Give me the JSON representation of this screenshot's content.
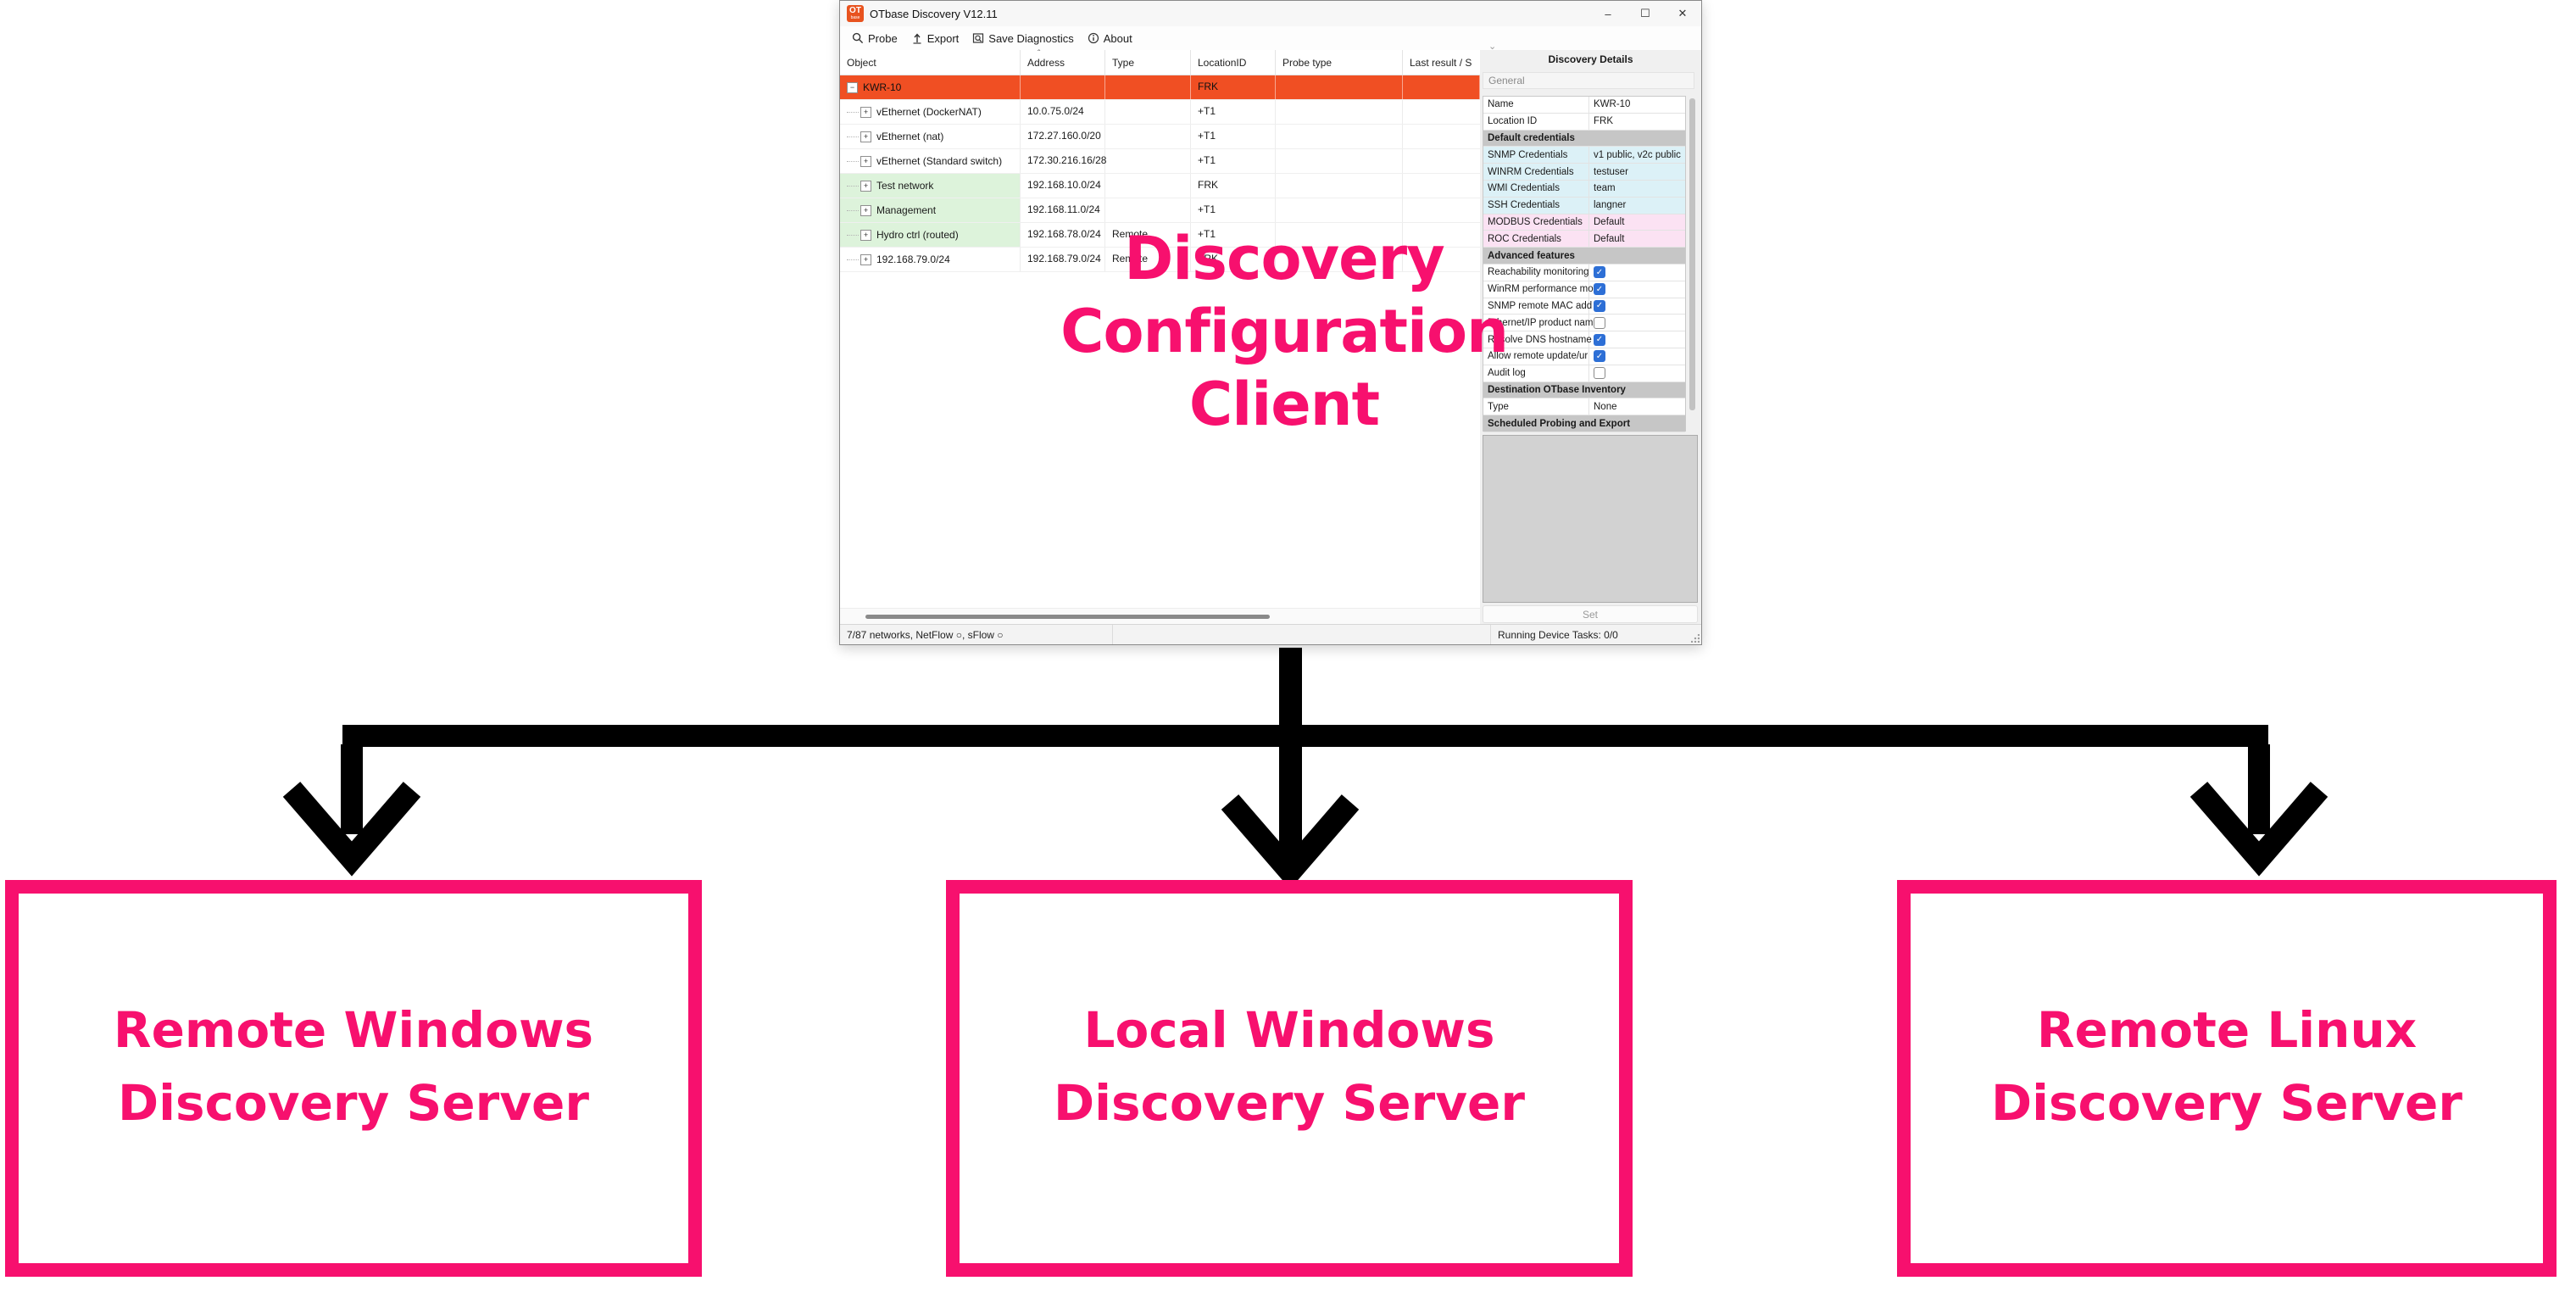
{
  "colors": {
    "pink": "#f7106e",
    "arrow": "#000000",
    "orange_row": "#f04f23",
    "logo_orange": "#e8531f",
    "green_cell": "#ddf3db",
    "cyan_row": "#dcf1f7",
    "pink_row": "#fbe2f3",
    "section_gray": "#c6c6c6",
    "checkbox_blue": "#2d6fd6"
  },
  "banner": {
    "line1": "Discovery",
    "line2": "Configuration",
    "line3": "Client"
  },
  "window": {
    "title": "OTbase Discovery V12.11",
    "logo": {
      "top": "OT",
      "bottom": "base"
    },
    "controls": {
      "minimize": "–",
      "maximize": "☐",
      "close": "✕"
    },
    "toolbar": {
      "probe": "Probe",
      "export": "Export",
      "diagnostics": "Save Diagnostics",
      "about": "About"
    },
    "table": {
      "columns": [
        "Object",
        "Address",
        "Type",
        "LocationID",
        "Probe type",
        "Last result / S"
      ],
      "sort_indicator": "ˆ",
      "rows": [
        {
          "object": "KWR-10",
          "address": "",
          "type": "",
          "location": "FRK",
          "probe": "",
          "last": "",
          "expander": "−"
        },
        {
          "object": "vEthernet (DockerNAT)",
          "address": "10.0.75.0/24",
          "type": "",
          "location": "+T1",
          "probe": "",
          "last": "",
          "expander": "+"
        },
        {
          "object": "vEthernet (nat)",
          "address": "172.27.160.0/20",
          "type": "",
          "location": "+T1",
          "probe": "",
          "last": "",
          "expander": "+"
        },
        {
          "object": "vEthernet (Standard switch)",
          "address": "172.30.216.16/28",
          "type": "",
          "location": "+T1",
          "probe": "",
          "last": "",
          "expander": "+"
        },
        {
          "object": "Test network",
          "address": "192.168.10.0/24",
          "type": "",
          "location": "FRK",
          "probe": "",
          "last": "",
          "expander": "+"
        },
        {
          "object": "Management",
          "address": "192.168.11.0/24",
          "type": "",
          "location": "+T1",
          "probe": "",
          "last": "",
          "expander": "+"
        },
        {
          "object": "Hydro ctrl (routed)",
          "address": "192.168.78.0/24",
          "type": "Remote",
          "location": "+T1",
          "probe": "",
          "last": "",
          "expander": "+"
        },
        {
          "object": "192.168.79.0/24",
          "address": "192.168.79.0/24",
          "type": "Remote",
          "location": "FRK",
          "probe": "",
          "last": "",
          "expander": "+"
        }
      ]
    },
    "details": {
      "header": "Discovery Details",
      "dropdown": "General",
      "rows": [
        {
          "label": "Name",
          "value": "KWR-10"
        },
        {
          "label": "Location ID",
          "value": "FRK"
        },
        {
          "label": "Default credentials",
          "value": ""
        },
        {
          "label": "SNMP Credentials",
          "value": "v1 public, v2c public"
        },
        {
          "label": "WINRM Credentials",
          "value": "testuser"
        },
        {
          "label": "WMI Credentials",
          "value": "team"
        },
        {
          "label": "SSH Credentials",
          "value": "langner"
        },
        {
          "label": "MODBUS Credentials",
          "value": "Default"
        },
        {
          "label": "ROC Credentials",
          "value": "Default"
        },
        {
          "label": "Advanced features",
          "value": ""
        },
        {
          "label": "Reachability monitoring",
          "checked": true
        },
        {
          "label": "WinRM performance mo",
          "checked": true
        },
        {
          "label": "SNMP remote MAC add",
          "checked": true
        },
        {
          "label": "Ethernet/IP product nam",
          "checked": false
        },
        {
          "label": "Resolve DNS hostname",
          "checked": true
        },
        {
          "label": "Allow remote update/ur",
          "checked": true
        },
        {
          "label": "Audit log",
          "checked": false
        },
        {
          "label": "Destination OTbase Inventory",
          "value": ""
        },
        {
          "label": "Type",
          "value": "None"
        },
        {
          "label": "Scheduled Probing and Export",
          "value": ""
        }
      ],
      "check_glyph": "✓",
      "set_button": "Set"
    },
    "status": {
      "left": "7/87 networks, NetFlow ○, sFlow ○",
      "right": "Running Device Tasks: 0/0"
    }
  },
  "boxes": [
    {
      "line1": "Remote Windows",
      "line2": "Discovery Server"
    },
    {
      "line1": "Local Windows",
      "line2": "Discovery Server"
    },
    {
      "line1": "Remote Linux",
      "line2": "Discovery Server"
    }
  ]
}
